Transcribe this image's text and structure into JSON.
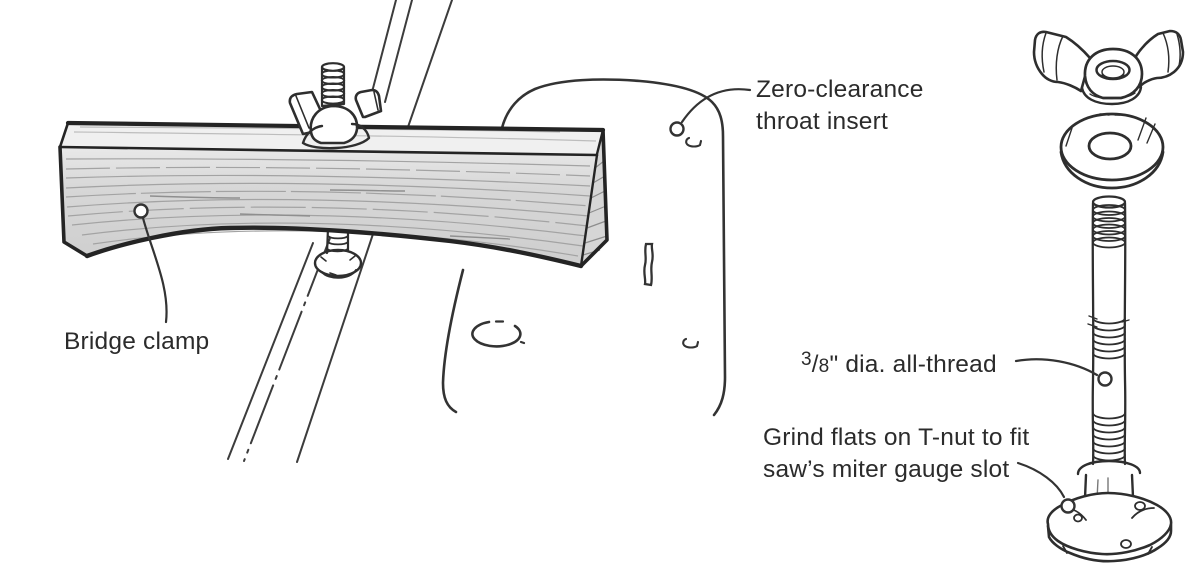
{
  "figure": {
    "title_hint": "Bridge clamp and zero-clearance throat insert hardware diagram",
    "background": "#ffffff",
    "ink_color": "#2e2e2e",
    "thin_line_color": "#3c3c3c",
    "wood_front_fill": "#d2d2d2",
    "wood_front_fill_light": "#e9e9e9",
    "wood_top_fill": "#f0f0f0",
    "wood_end_fill": "#d6d6d6",
    "grain_color": "#a3a3a3",
    "text_color": "#2b2b2b"
  },
  "labels": {
    "throat_insert": {
      "line1": "Zero-clearance",
      "line2": "throat insert"
    },
    "bridge_clamp": {
      "text": "Bridge clamp"
    },
    "all_thread": {
      "numerator": "3",
      "slash": "/",
      "denominator": "8",
      "suffix": "\" dia. all-thread"
    },
    "grind_flats": {
      "line1": "Grind flats on T-nut to fit",
      "line2": "saw’s miter gauge slot"
    }
  }
}
